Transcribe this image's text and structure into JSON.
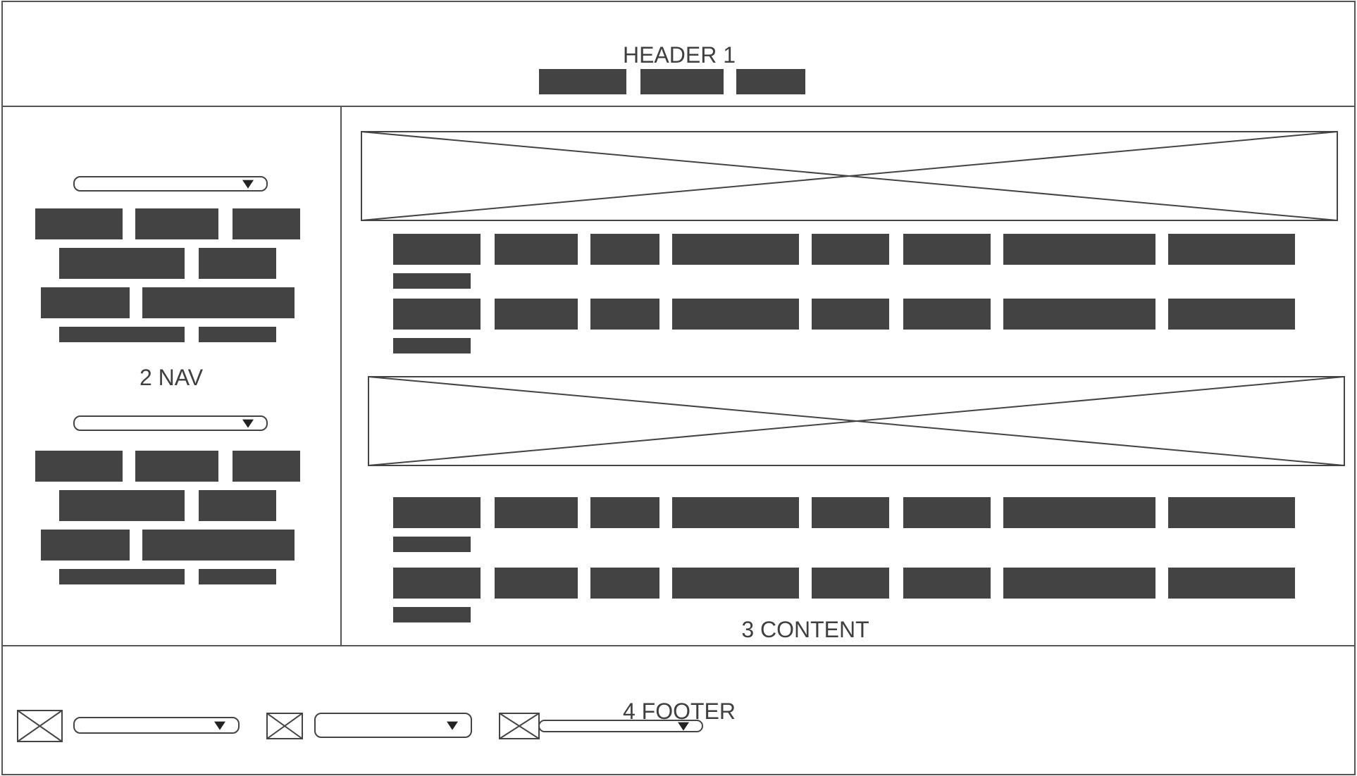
{
  "regions": {
    "header": {
      "label": "HEADER 1"
    },
    "nav": {
      "label": "2 NAV"
    },
    "content": {
      "label": "3 CONTENT"
    },
    "footer": {
      "label": "4 FOOTER"
    }
  },
  "icons": {
    "image_placeholder": "image-placeholder-icon",
    "dropdown": "chevron-down-icon"
  },
  "colors": {
    "outline": "#555555",
    "block": "#434343",
    "label": "#3f3f3f"
  }
}
